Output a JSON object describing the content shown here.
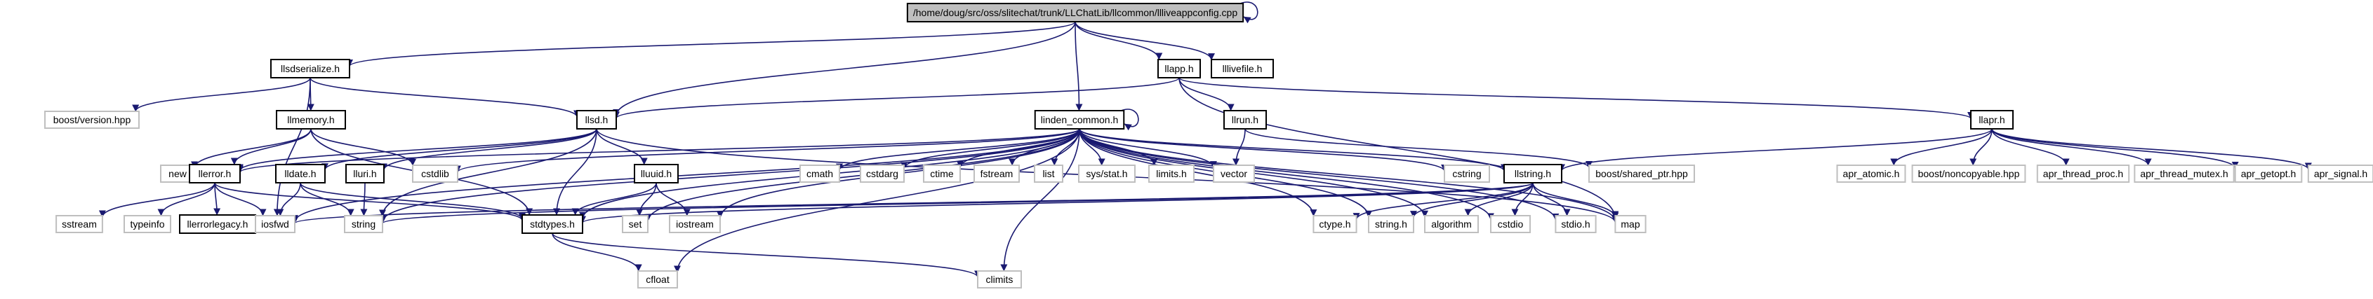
{
  "graph": {
    "root": "root",
    "nodes": [
      {
        "id": "root",
        "label": "/home/doug/src/oss/slitechat/trunk/LLChatLib/llcommon/llliveappconfig.cpp",
        "style": "root",
        "documented": true
      },
      {
        "id": "llsdserialize",
        "label": "llsdserialize.h",
        "style": "box",
        "documented": true
      },
      {
        "id": "llsd",
        "label": "llsd.h",
        "style": "box",
        "documented": true
      },
      {
        "id": "linden_common",
        "label": "linden_common.h",
        "style": "box",
        "documented": true
      },
      {
        "id": "llapp",
        "label": "llapp.h",
        "style": "box",
        "documented": true
      },
      {
        "id": "lllivefile",
        "label": "lllivefile.h",
        "style": "box",
        "documented": true
      },
      {
        "id": "boost_version",
        "label": "boost/version.hpp",
        "style": "plain",
        "documented": false
      },
      {
        "id": "llmemory",
        "label": "llmemory.h",
        "style": "box",
        "documented": true
      },
      {
        "id": "llrun",
        "label": "llrun.h",
        "style": "box",
        "documented": true
      },
      {
        "id": "llapr",
        "label": "llapr.h",
        "style": "box",
        "documented": true
      },
      {
        "id": "new",
        "label": "new",
        "style": "plain",
        "documented": false
      },
      {
        "id": "llerror",
        "label": "llerror.h",
        "style": "box",
        "documented": true
      },
      {
        "id": "lldate",
        "label": "lldate.h",
        "style": "box",
        "documented": true
      },
      {
        "id": "lluri",
        "label": "lluri.h",
        "style": "box",
        "documented": true
      },
      {
        "id": "lluuid",
        "label": "lluuid.h",
        "style": "box",
        "documented": true
      },
      {
        "id": "cstdlib",
        "label": "cstdlib",
        "style": "plain",
        "documented": false
      },
      {
        "id": "cmath",
        "label": "cmath",
        "style": "plain",
        "documented": false
      },
      {
        "id": "cstdarg",
        "label": "cstdarg",
        "style": "plain",
        "documented": false
      },
      {
        "id": "ctime",
        "label": "ctime",
        "style": "plain",
        "documented": false
      },
      {
        "id": "fstream",
        "label": "fstream",
        "style": "plain",
        "documented": false
      },
      {
        "id": "list",
        "label": "list",
        "style": "plain",
        "documented": false
      },
      {
        "id": "sys_stat",
        "label": "sys/stat.h",
        "style": "plain",
        "documented": false
      },
      {
        "id": "limits",
        "label": "limits.h",
        "style": "plain",
        "documented": false
      },
      {
        "id": "vector",
        "label": "vector",
        "style": "plain",
        "documented": false
      },
      {
        "id": "cstring",
        "label": "cstring",
        "style": "plain",
        "documented": false
      },
      {
        "id": "llstring",
        "label": "llstring.h",
        "style": "box",
        "documented": true
      },
      {
        "id": "boost_shared_ptr",
        "label": "boost/shared_ptr.hpp",
        "style": "plain",
        "documented": false
      },
      {
        "id": "apr_atomic",
        "label": "apr_atomic.h",
        "style": "plain",
        "documented": false
      },
      {
        "id": "boost_noncopyable",
        "label": "boost/noncopyable.hpp",
        "style": "plain",
        "documented": false
      },
      {
        "id": "apr_thread_proc",
        "label": "apr_thread_proc.h",
        "style": "plain",
        "documented": false
      },
      {
        "id": "apr_thread_mutex",
        "label": "apr_thread_mutex.h",
        "style": "plain",
        "documented": false
      },
      {
        "id": "apr_getopt",
        "label": "apr_getopt.h",
        "style": "plain",
        "documented": false
      },
      {
        "id": "apr_signal",
        "label": "apr_signal.h",
        "style": "plain",
        "documented": false
      },
      {
        "id": "sstream",
        "label": "sstream",
        "style": "plain",
        "documented": false
      },
      {
        "id": "typeinfo",
        "label": "typeinfo",
        "style": "plain",
        "documented": false
      },
      {
        "id": "llerrorlegacy",
        "label": "llerrorlegacy.h",
        "style": "box",
        "documented": true
      },
      {
        "id": "iosfwd",
        "label": "iosfwd",
        "style": "plain",
        "documented": false
      },
      {
        "id": "string",
        "label": "string",
        "style": "plain",
        "documented": false
      },
      {
        "id": "stdtypes",
        "label": "stdtypes.h",
        "style": "box",
        "documented": true
      },
      {
        "id": "set",
        "label": "set",
        "style": "plain",
        "documented": false
      },
      {
        "id": "iostream",
        "label": "iostream",
        "style": "plain",
        "documented": false
      },
      {
        "id": "ctype",
        "label": "ctype.h",
        "style": "plain",
        "documented": false
      },
      {
        "id": "string_h",
        "label": "string.h",
        "style": "plain",
        "documented": false
      },
      {
        "id": "algorithm",
        "label": "algorithm",
        "style": "plain",
        "documented": false
      },
      {
        "id": "cstdio",
        "label": "cstdio",
        "style": "plain",
        "documented": false
      },
      {
        "id": "stdio",
        "label": "stdio.h",
        "style": "plain",
        "documented": false
      },
      {
        "id": "map",
        "label": "map",
        "style": "plain",
        "documented": false
      },
      {
        "id": "cfloat",
        "label": "cfloat",
        "style": "plain",
        "documented": false
      },
      {
        "id": "climits",
        "label": "climits",
        "style": "plain",
        "documented": false
      }
    ],
    "edges": [
      [
        "root",
        "root"
      ],
      [
        "root",
        "llsdserialize"
      ],
      [
        "root",
        "llsd"
      ],
      [
        "root",
        "linden_common"
      ],
      [
        "root",
        "llapp"
      ],
      [
        "root",
        "lllivefile"
      ],
      [
        "llsdserialize",
        "boost_version"
      ],
      [
        "llsdserialize",
        "llmemory"
      ],
      [
        "llsdserialize",
        "llsd"
      ],
      [
        "llsdserialize",
        "iosfwd"
      ],
      [
        "llmemory",
        "new"
      ],
      [
        "llmemory",
        "llerror"
      ],
      [
        "llmemory",
        "cstdlib"
      ],
      [
        "llmemory",
        "stdtypes"
      ],
      [
        "llapp",
        "llsd"
      ],
      [
        "llapp",
        "llrun"
      ],
      [
        "llapp",
        "llapr"
      ],
      [
        "llapp",
        "map"
      ],
      [
        "llrun",
        "vector"
      ],
      [
        "llrun",
        "boost_shared_ptr"
      ],
      [
        "llapr",
        "llstring"
      ],
      [
        "llapr",
        "apr_atomic"
      ],
      [
        "llapr",
        "boost_noncopyable"
      ],
      [
        "llapr",
        "apr_thread_proc"
      ],
      [
        "llapr",
        "apr_thread_mutex"
      ],
      [
        "llapr",
        "apr_getopt"
      ],
      [
        "llapr",
        "apr_signal"
      ],
      [
        "llsd",
        "llerror"
      ],
      [
        "llsd",
        "lldate"
      ],
      [
        "llsd",
        "lluri"
      ],
      [
        "llsd",
        "lluuid"
      ],
      [
        "llsd",
        "stdtypes"
      ],
      [
        "llsd",
        "string"
      ],
      [
        "llsd",
        "map"
      ],
      [
        "llerror",
        "sstream"
      ],
      [
        "llerror",
        "typeinfo"
      ],
      [
        "llerror",
        "llerrorlegacy"
      ],
      [
        "llerror",
        "iosfwd"
      ],
      [
        "llerror",
        "stdtypes"
      ],
      [
        "lldate",
        "iosfwd"
      ],
      [
        "lldate",
        "string"
      ],
      [
        "lldate",
        "stdtypes"
      ],
      [
        "lluri",
        "string"
      ],
      [
        "lluuid",
        "set"
      ],
      [
        "lluuid",
        "iostream"
      ],
      [
        "lluuid",
        "stdtypes"
      ],
      [
        "stdtypes",
        "cfloat"
      ],
      [
        "stdtypes",
        "climits"
      ],
      [
        "linden_common",
        "linden_common"
      ],
      [
        "linden_common",
        "llerror"
      ],
      [
        "linden_common",
        "cstdlib"
      ],
      [
        "linden_common",
        "cmath"
      ],
      [
        "linden_common",
        "cstdarg"
      ],
      [
        "linden_common",
        "ctime"
      ],
      [
        "linden_common",
        "fstream"
      ],
      [
        "linden_common",
        "list"
      ],
      [
        "linden_common",
        "sys_stat"
      ],
      [
        "linden_common",
        "limits"
      ],
      [
        "linden_common",
        "vector"
      ],
      [
        "linden_common",
        "cstring"
      ],
      [
        "linden_common",
        "llstring"
      ],
      [
        "linden_common",
        "iosfwd"
      ],
      [
        "linden_common",
        "string"
      ],
      [
        "linden_common",
        "stdtypes"
      ],
      [
        "linden_common",
        "iostream"
      ],
      [
        "linden_common",
        "map"
      ],
      [
        "linden_common",
        "cfloat"
      ],
      [
        "linden_common",
        "climits"
      ],
      [
        "linden_common",
        "ctype"
      ],
      [
        "linden_common",
        "string_h"
      ],
      [
        "linden_common",
        "algorithm"
      ],
      [
        "linden_common",
        "cstdio"
      ],
      [
        "linden_common",
        "stdio"
      ],
      [
        "linden_common",
        "set"
      ],
      [
        "llstring",
        "string"
      ],
      [
        "llstring",
        "iosfwd"
      ],
      [
        "llstring",
        "stdtypes"
      ],
      [
        "llstring",
        "ctype"
      ],
      [
        "llstring",
        "string_h"
      ],
      [
        "llstring",
        "algorithm"
      ],
      [
        "llstring",
        "cstdio"
      ],
      [
        "llstring",
        "stdio"
      ],
      [
        "llstring",
        "map"
      ]
    ]
  }
}
